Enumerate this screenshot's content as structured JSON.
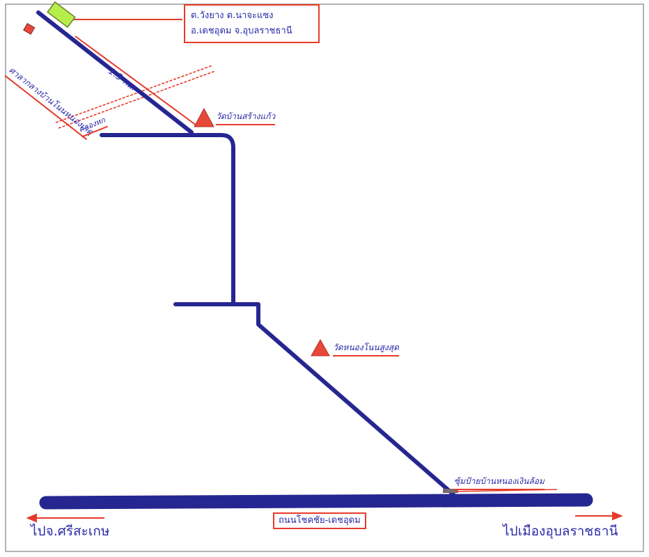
{
  "map": {
    "address_line_1": "ต.วังยาง ต.นาจะแซง",
    "address_line_2": "อ.เดชอุดม จ.อุบลราชธานี",
    "village_building": "ศาลากลางบ้านโนนหนองเกตุ",
    "river_label": "คลองหก",
    "distance_label": "1.3 กม.",
    "temple_1": "วัดบ้านสร้างแก้ว",
    "temple_2": "วัดหนองโนนสูงสุด",
    "junction_label": "ซุ้มป้ายบ้านหนองเงินล้อม",
    "highway_label": "ถนนโชคชัย-เดชอุดม",
    "left_destination": "ไปจ.ศรีสะเกษ",
    "right_destination": "ไปเมืองอุบลราชธานี",
    "colors": {
      "road": "#262691",
      "accent": "#e63a2a",
      "landmark": "#e8483a",
      "building_fill": "#b5ee4a",
      "text": "#2a2aa8"
    }
  }
}
